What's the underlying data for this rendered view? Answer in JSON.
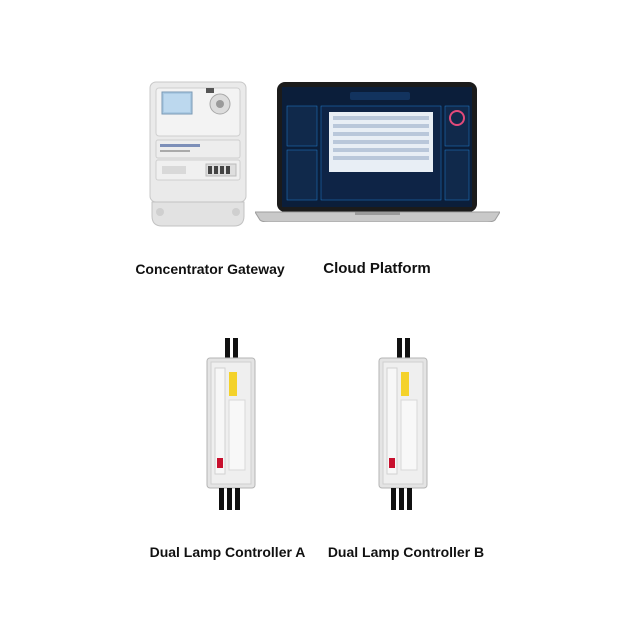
{
  "products": [
    {
      "caption": "Concentrator Gateway",
      "icon": "concentrator-gateway-device"
    },
    {
      "caption": "Cloud Platform",
      "icon": "laptop-dashboard"
    },
    {
      "caption": "Dual Lamp Controller A",
      "icon": "dual-lamp-controller"
    },
    {
      "caption": "Dual Lamp Controller B",
      "icon": "dual-lamp-controller"
    }
  ],
  "colors": {
    "background": "#ffffff",
    "device_body": "#e6e6e6",
    "laptop_screen": "#0b1e3a",
    "accent": "#1f7fd1",
    "controller_label": "#f4d22a"
  }
}
